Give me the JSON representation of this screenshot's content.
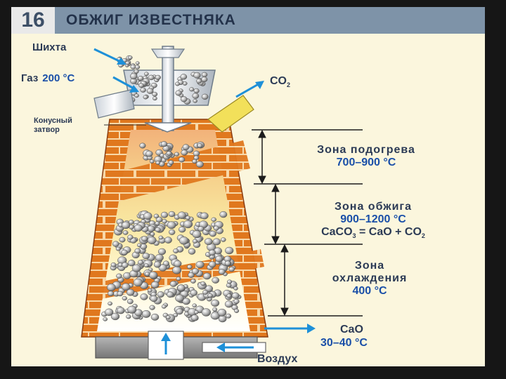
{
  "header": {
    "number": "16",
    "title": "ОБЖИГ ИЗВЕСТНЯКА"
  },
  "labels": {
    "charge": "Шихта",
    "gas": "Газ",
    "gas_temp": "200 °С",
    "co2_main": "CO",
    "co2_sub": "2",
    "cone_line1": "Конусный",
    "cone_line2": "затвор",
    "air": "Воздух"
  },
  "zones": {
    "preheat": {
      "name": "Зона подогрева",
      "temp": "700–900 °С"
    },
    "burning": {
      "name": "Зона обжига",
      "temp": "900–1200 °С",
      "eq_a": "CaCO",
      "eq_a_sub": "3",
      "eq_b": " = CaO + CO",
      "eq_b_sub": "2"
    },
    "cooling": {
      "name_line1": "Зона",
      "name_line2": "охлаждения",
      "temp": "400 °С"
    }
  },
  "output": {
    "product": "CaO",
    "temp": "30–40 °С"
  },
  "colors": {
    "brick": "#e0781e",
    "mortar": "#f8d8a8",
    "text_blue": "#1a4fa8",
    "text_dark": "#2b3a55",
    "arrow": "#1e90d8"
  }
}
